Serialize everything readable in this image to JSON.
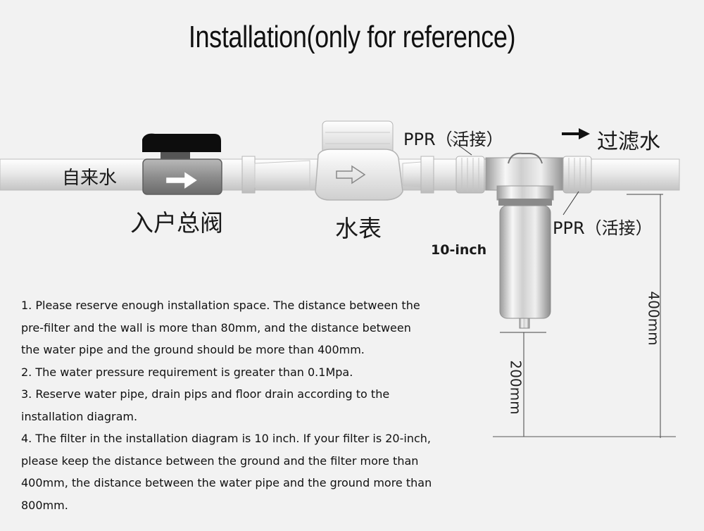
{
  "title": "Installation(only for reference)",
  "labels": {
    "water_source": "自来水",
    "main_valve": "入户总阀",
    "water_meter": "水表",
    "ppr_inlet": "PPR（活接）",
    "ppr_outlet": "PPR（活接）",
    "filtered_water": "过滤水",
    "filter_size": "10-inch"
  },
  "dimensions": {
    "filter_to_ground": "400mm",
    "drain_to_ground": "200mm"
  },
  "notes": [
    "1. Please reserve enough installation space. The distance between the",
    "pre-filter and the wall is more than 80mm, and the distance between",
    "the water pipe and the ground should be more than 400mm.",
    "2. The water pressure requirement is greater than 0.1Mpa.",
    "3. Reserve water pipe, drain pips and floor drain according to the",
    "installation diagram.",
    "4. The filter in the installation diagram is 10 inch. If your filter is 20-inch,",
    "please keep the distance between the ground and the filter more than",
    "400mm, the distance between the water pipe and the ground more than",
    "800mm."
  ]
}
